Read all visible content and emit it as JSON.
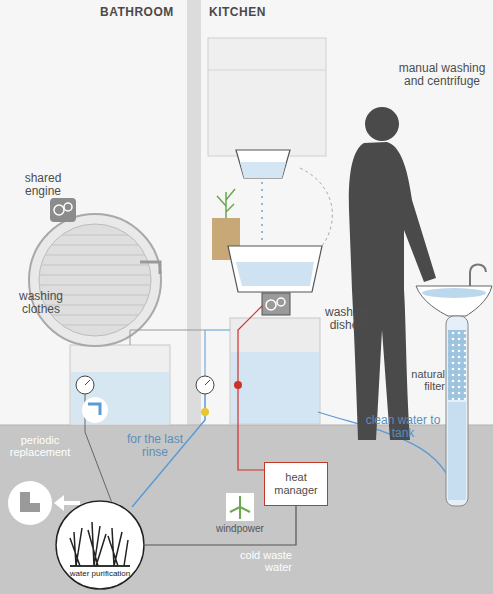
{
  "diagram": {
    "nodes": [
      {
        "text": [
          "heat manager"
        ]
      },
      {
        "text": [
          "water purification"
        ]
      }
    ],
    "edges": [
      {
        "from": 0,
        "to": 1,
        "arrow": "none",
        "label": "cold waste water"
      }
    ],
    "labels": [
      "BATHROOM",
      "KITCHEN",
      "manual washing and centrifuge",
      "shared engine",
      "washing clothes",
      "washing dishes",
      "natural filter",
      "clean water to tank",
      "for the last rinse",
      "periodic replacement",
      "windpower"
    ]
  }
}
